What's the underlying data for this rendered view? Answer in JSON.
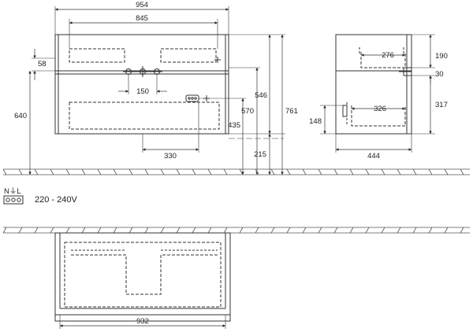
{
  "front_view": {
    "width_overall": "954",
    "width_top_inner": "845",
    "dim_58": "58",
    "dim_640": "640",
    "dim_150": "150",
    "dim_330": "330",
    "dim_435": "435",
    "dim_570": "570",
    "dim_546": "546",
    "dim_761": "761",
    "dim_215": "215"
  },
  "side_view": {
    "dim_276": "276",
    "dim_190": "190",
    "dim_30": "30",
    "dim_326": "326",
    "dim_317": "317",
    "dim_148": "148",
    "dim_444": "444"
  },
  "electrical": {
    "terminal_labels": "N⏚L",
    "voltage": "220 - 240V"
  },
  "plan_view": {
    "width_inner": "932"
  }
}
